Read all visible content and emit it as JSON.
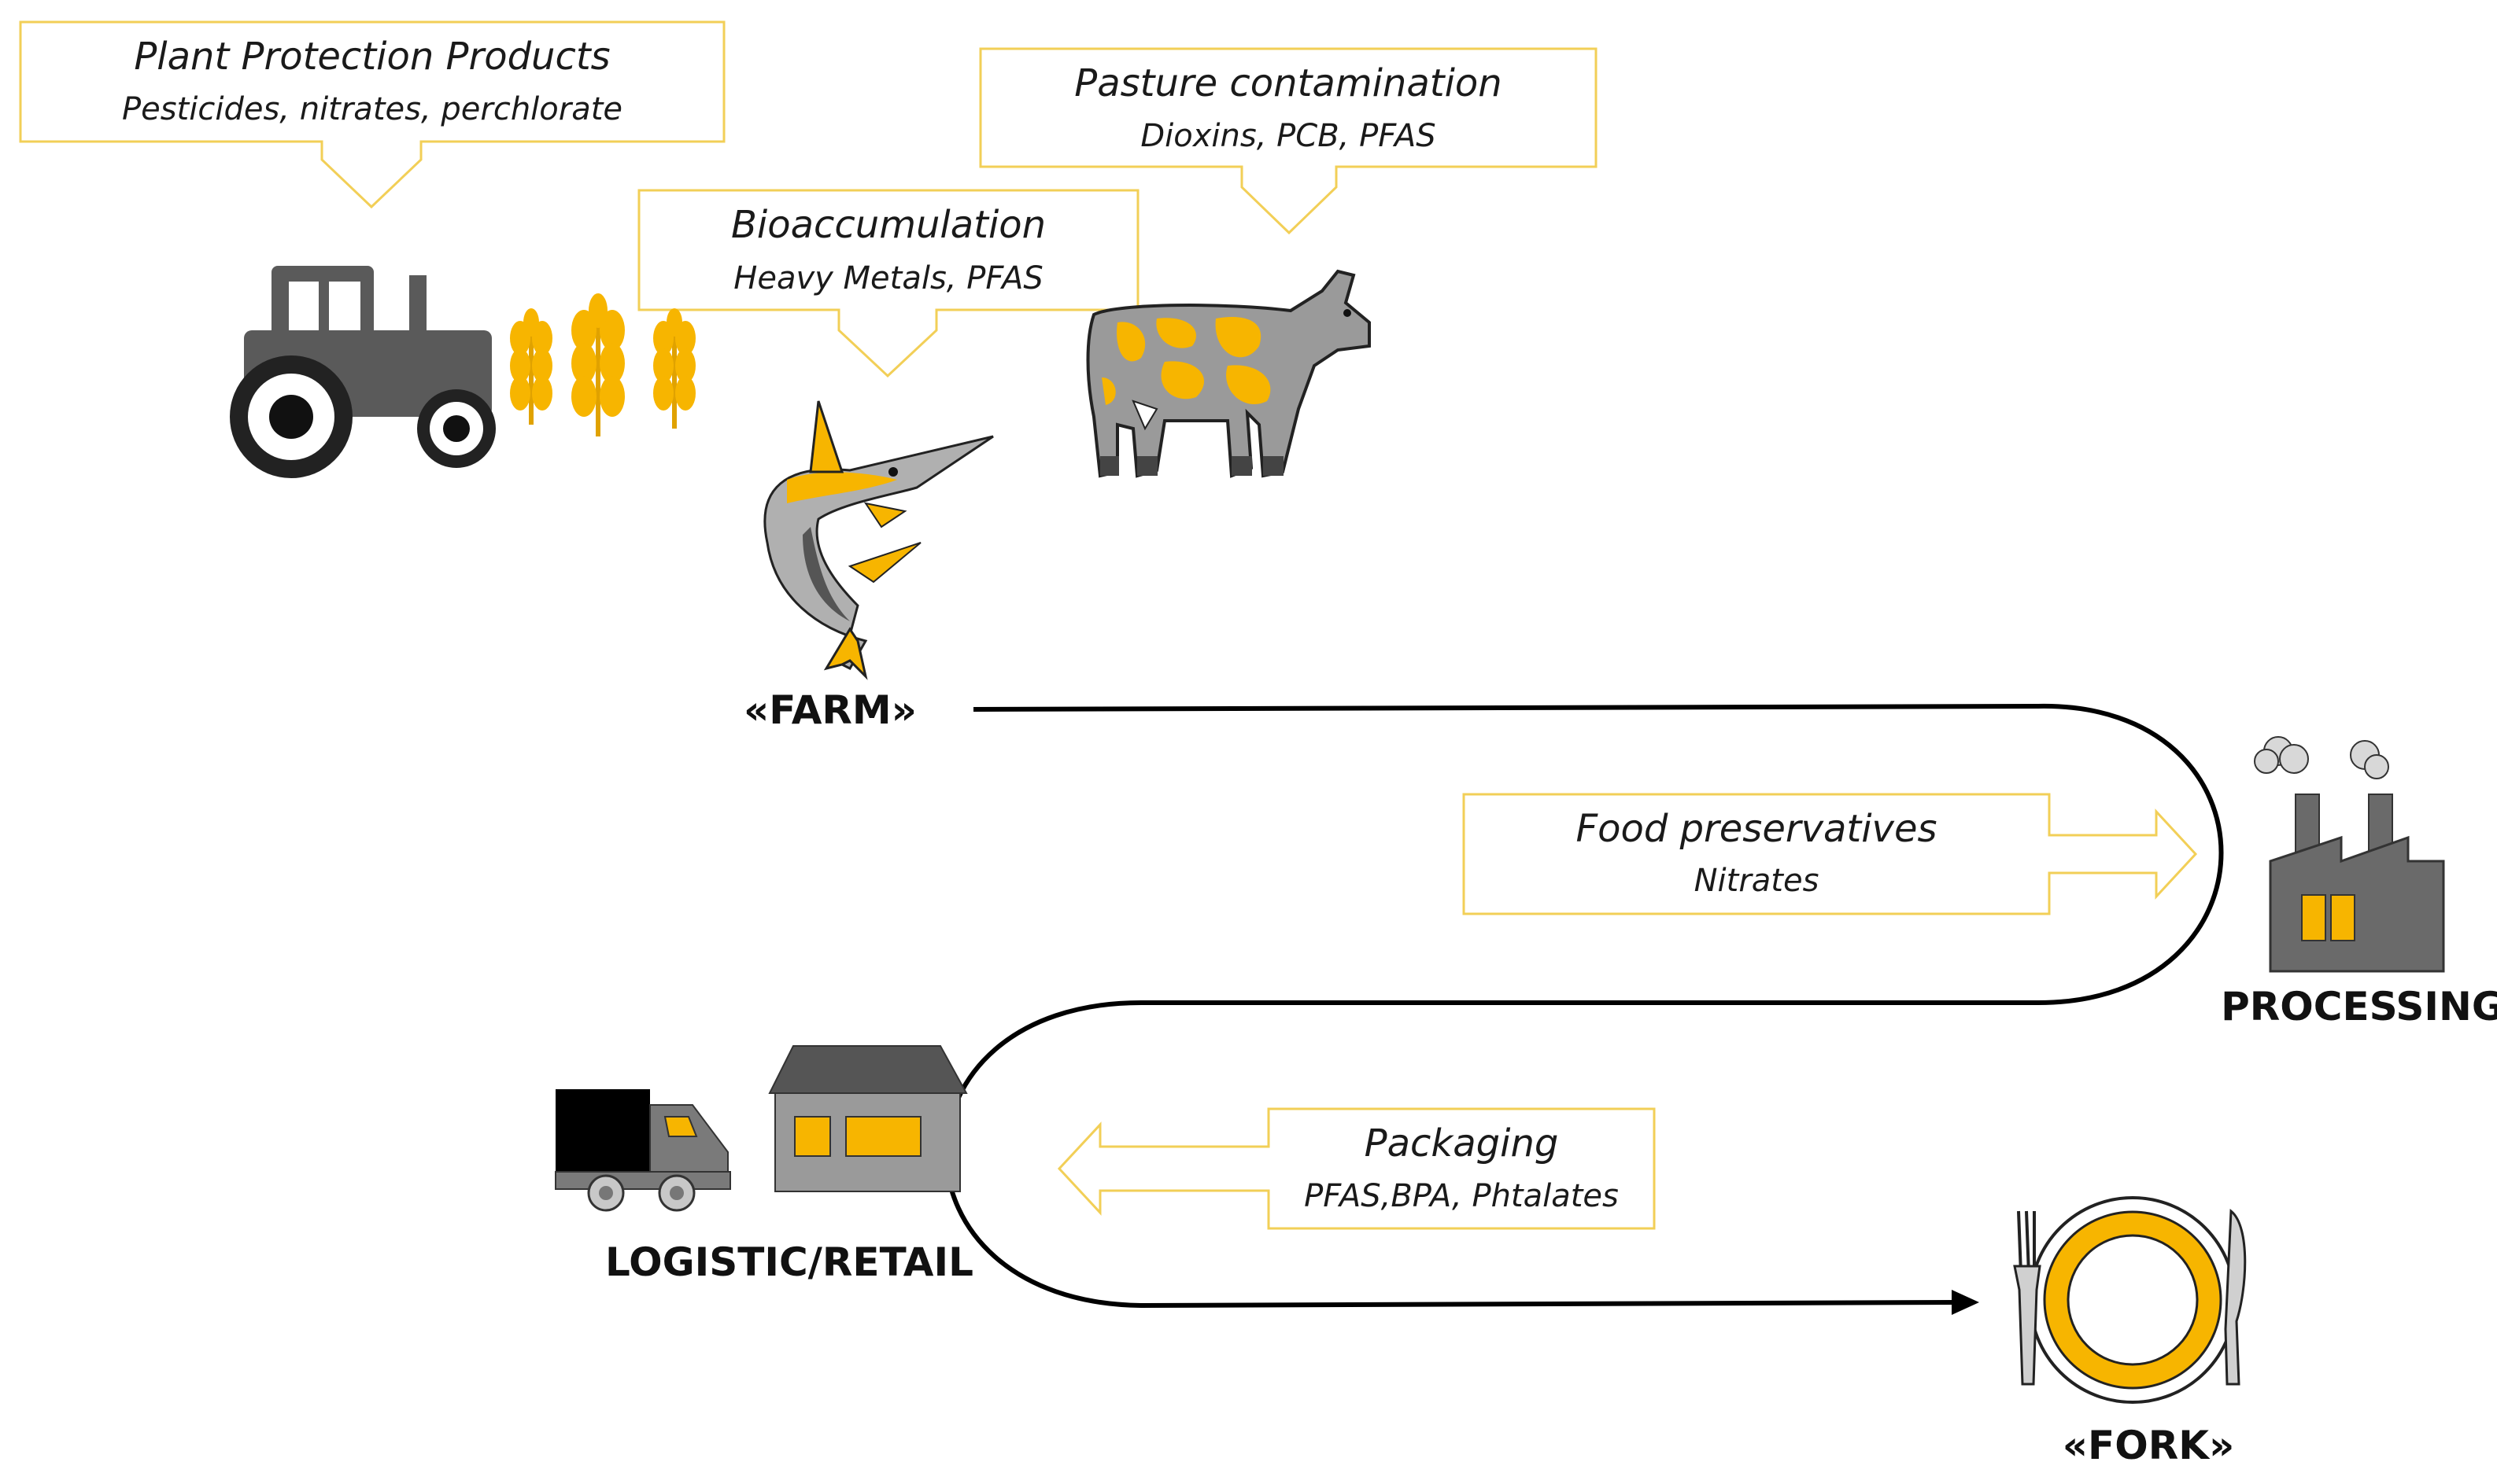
{
  "colors": {
    "accent_yellow": "#f7b500",
    "callout_border": "#f2cf57",
    "icon_gray": "#777777",
    "flow_line": "#000000"
  },
  "callouts": {
    "plant_protection": {
      "title": "Plant Protection Products",
      "subtitle": "Pesticides, nitrates, perchlorate"
    },
    "pasture": {
      "title": "Pasture contamination",
      "subtitle": "Dioxins, PCB, PFAS"
    },
    "bioaccumulation": {
      "title": "Bioaccumulation",
      "subtitle": "Heavy Metals, PFAS"
    },
    "food_preservatives": {
      "title": "Food preservatives",
      "subtitle": "Nitrates"
    },
    "packaging": {
      "title": "Packaging",
      "subtitle": "PFAS,BPA, Phtalates"
    }
  },
  "stages": {
    "farm": "«FARM»",
    "processing": "PROCESSING",
    "logistic_retail": "LOGISTIC/RETAIL",
    "fork": "«FORK»"
  },
  "icons": [
    "tractor-icon",
    "wheat-icon",
    "swordfish-icon",
    "cow-icon",
    "factory-icon",
    "truck-icon",
    "shop-icon",
    "plate-icon",
    "fork-icon",
    "knife-icon"
  ]
}
